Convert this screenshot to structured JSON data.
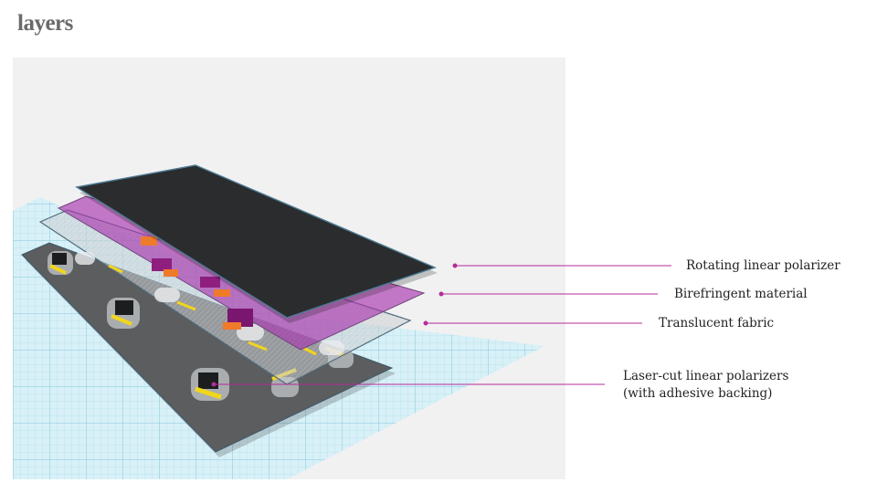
{
  "title": "layers",
  "labels": {
    "rotating_polarizer": "Rotating linear polarizer",
    "birefringent": "Birefringent material",
    "fabric": "Translucent fabric",
    "lasercut_line1": "Laser-cut linear polarizers",
    "lasercut_line2": "(with adhesive backing)"
  },
  "colors": {
    "leader_line": "#b52c9a",
    "top_polarizer": "#2a2c2e",
    "birefringent": "#c96fd0",
    "base": "#5b5d5f",
    "grid": "#bfe6f0",
    "yellow_polarizer": "#f2d61a",
    "orange_accent": "#ef7a2a"
  }
}
